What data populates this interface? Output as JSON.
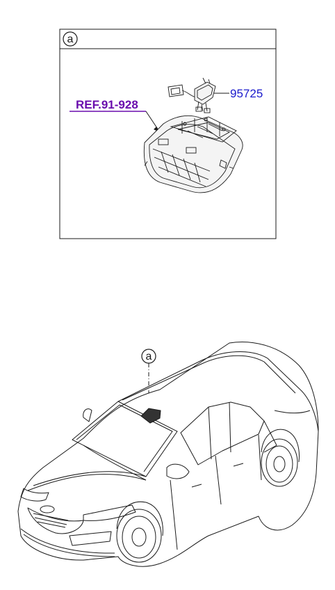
{
  "detail_view": {
    "marker": "a",
    "reference_label": "REF.91-928",
    "part_number": "95725"
  },
  "vehicle_view": {
    "marker": "a"
  },
  "colors": {
    "reference": "#6a0dad",
    "part_number": "#1a1acc",
    "line": "#1a1a1a",
    "module_fill": "#333333"
  }
}
